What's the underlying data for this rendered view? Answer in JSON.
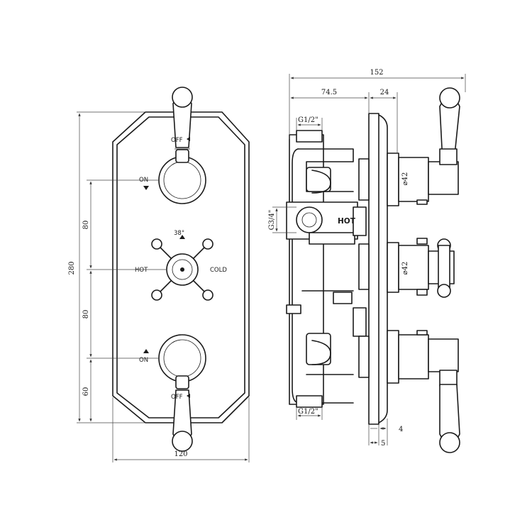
{
  "front_view": {
    "width_label": "120",
    "height_label": "280",
    "dim_top": "80",
    "dim_middle": "80",
    "dim_bottom": "60",
    "temperature_label": "38°",
    "hot_label": "HOT",
    "cold_label": "COLD",
    "on_top_label": "ON",
    "off_top_label": "OFF",
    "on_bottom_label": "ON",
    "off_bottom_label": "OFF"
  },
  "side_view": {
    "total_depth_label": "152",
    "body_depth_label": "74.5",
    "plate_to_handle_label": "24",
    "inlet_top_label": "G1/2\"",
    "inlet_bottom_label": "G1/2\"",
    "outlet_label": "G3/4\"",
    "hot_label": "HOT",
    "diameter_top_label": "⌀42",
    "diameter_middle_label": "⌀42",
    "plate_thickness_label": "4",
    "gap_label": "5"
  }
}
